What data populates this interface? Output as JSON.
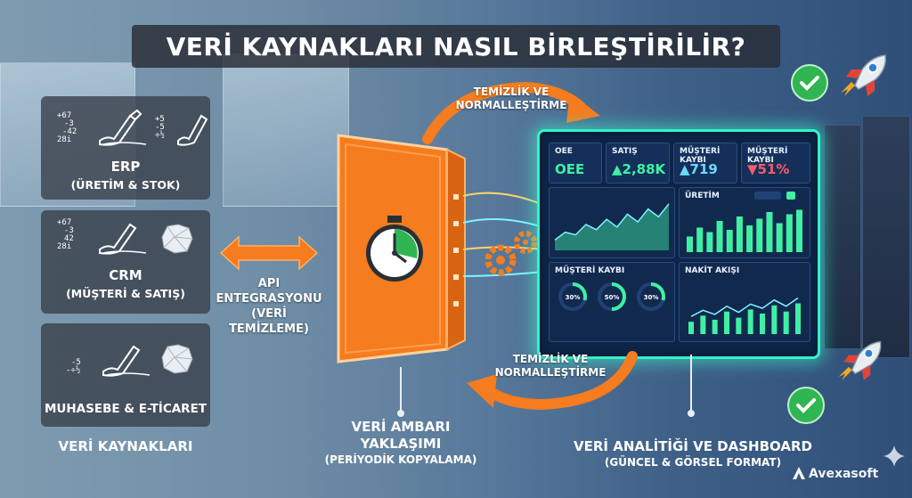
{
  "title": "VERİ KAYNAKLARI NASIL BİRLEŞTİRİLİR?",
  "sources": [
    {
      "label": "ERP",
      "sub": "(ÜRETİM & STOK)",
      "math": [
        "+67",
        "-3",
        "-42",
        "28i"
      ],
      "math2": [
        "+5",
        "-5",
        "÷½"
      ]
    },
    {
      "label": "CRM",
      "sub": "(MÜŞTERİ & SATIŞ)",
      "math": [
        "+67",
        "-3",
        "42",
        "28i"
      ]
    },
    {
      "label": "MUHASEBE & E-TİCARET",
      "sub": "",
      "math": [
        "-5",
        "-÷½"
      ]
    }
  ],
  "sources_caption": "VERİ KAYNAKLARI",
  "api": {
    "line1": "API",
    "line2": "ENTEGRASYONU",
    "line3": "(VERİ TEMİZLEME)"
  },
  "flow_top": {
    "line1": "TEMİZLİK VE",
    "line2": "NORMALLEŞTİRME"
  },
  "flow_bottom": {
    "line1": "TEMİZLİK VE",
    "line2": "NORMALLEŞTİRME"
  },
  "warehouse": {
    "line1": "VERİ AMBARI",
    "line2": "YAKLAŞIMI",
    "line3": "(PERİYODİK KOPYALAMA)"
  },
  "analytics": {
    "line1": "VERİ ANALİTİĞİ VE DASHBOARD",
    "line2": "(GÜNCEL & GÖRSEL FORMAT)"
  },
  "dashboard": {
    "kpis": [
      {
        "label": "OEE",
        "value": "OEE",
        "color": "#3ff0a4"
      },
      {
        "label": "SATIŞ",
        "value": "▲2,88K",
        "color": "#3ff0a4"
      },
      {
        "label": "MÜŞTERİ KAYBI",
        "value": "▲719",
        "color": "#6fd7ff"
      },
      {
        "label": "MÜŞTERİ KAYBI",
        "value": "▼51%",
        "color": "#ff5a6a"
      }
    ],
    "panels": {
      "production": "ÜRETİM",
      "churn": "MÜŞTERİ KAYBI",
      "cash": "NAKİT AKIŞI"
    },
    "gauges": [
      "30%",
      "50%",
      "30%"
    ],
    "production_bars": [
      0.35,
      0.55,
      0.45,
      0.7,
      0.5,
      0.8,
      0.6,
      0.75,
      0.9,
      0.65,
      0.85,
      0.95
    ],
    "cash_bars": [
      0.3,
      0.45,
      0.35,
      0.55,
      0.4,
      0.6,
      0.5,
      0.7,
      0.55,
      0.75
    ],
    "area_series": [
      0.2,
      0.35,
      0.3,
      0.5,
      0.4,
      0.6,
      0.45,
      0.7,
      0.55,
      0.8,
      0.65,
      0.9
    ]
  },
  "brand": "Avexasoft",
  "colors": {
    "orange": "#f57c1f",
    "teal": "#2ff5c8",
    "check": "#2fb552"
  }
}
